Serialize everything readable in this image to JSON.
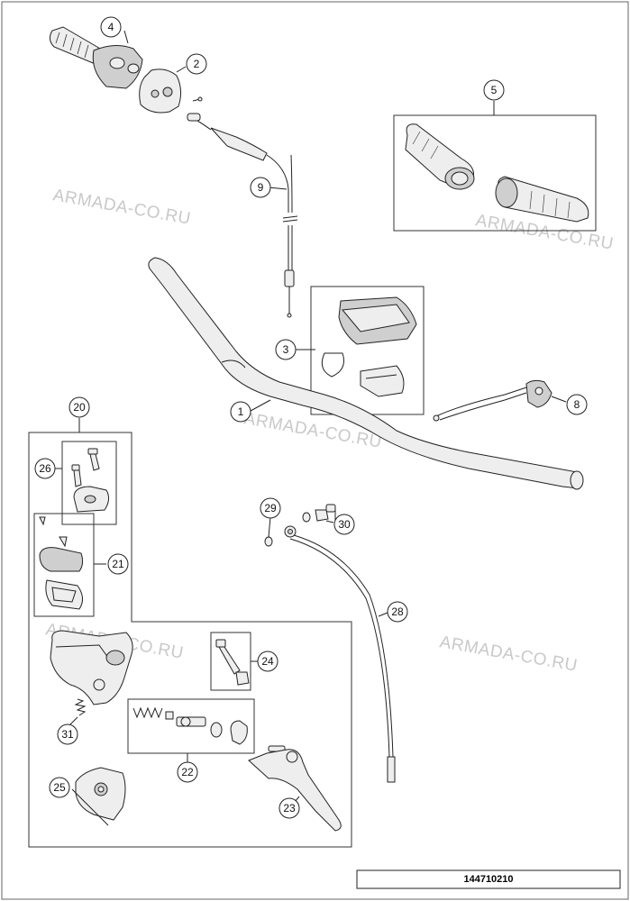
{
  "watermarks": [
    "ARMADA-CO.RU",
    "ARMADA-CO.RU",
    "ARMADA-CO.RU",
    "ARMADA-CO.RU",
    "ARMADA-CO.RU"
  ],
  "callouts": [
    {
      "id": "1",
      "label": "1"
    },
    {
      "id": "2",
      "label": "2"
    },
    {
      "id": "3",
      "label": "3"
    },
    {
      "id": "4",
      "label": "4"
    },
    {
      "id": "5",
      "label": "5"
    },
    {
      "id": "8",
      "label": "8"
    },
    {
      "id": "9",
      "label": "9"
    },
    {
      "id": "20",
      "label": "20"
    },
    {
      "id": "21",
      "label": "21"
    },
    {
      "id": "22",
      "label": "22"
    },
    {
      "id": "23",
      "label": "23"
    },
    {
      "id": "24",
      "label": "24"
    },
    {
      "id": "25",
      "label": "25"
    },
    {
      "id": "26",
      "label": "26"
    },
    {
      "id": "28",
      "label": "28"
    },
    {
      "id": "29",
      "label": "29"
    },
    {
      "id": "30",
      "label": "30"
    },
    {
      "id": "31",
      "label": "31"
    }
  ],
  "diagram_code": "144710210"
}
